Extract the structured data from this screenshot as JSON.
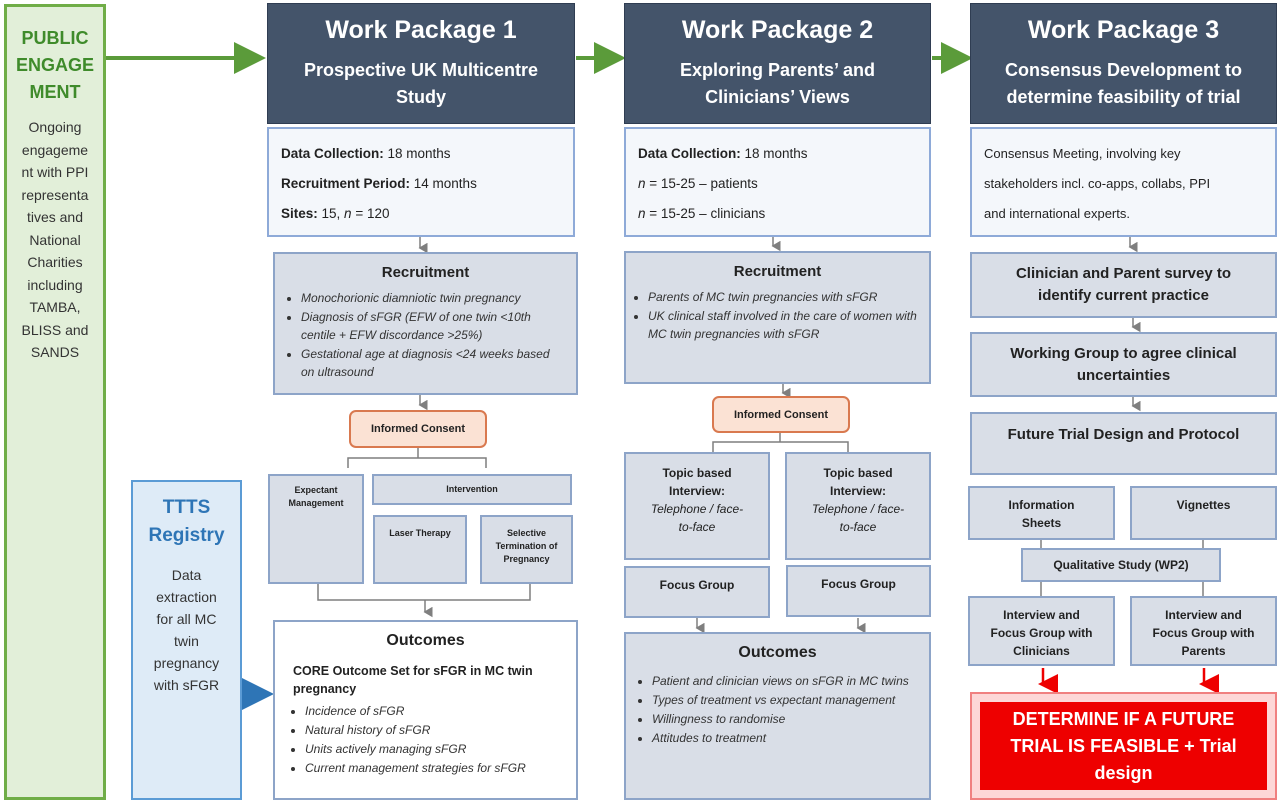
{
  "public": {
    "title_lines": [
      "PUBLIC",
      "ENGAGE",
      "MENT"
    ],
    "body_lines": [
      "Ongoing",
      "engageme",
      "nt with PPI",
      "representa",
      "tives and",
      "National",
      "Charities",
      "including",
      "TAMBA,",
      "BLISS and",
      "SANDS"
    ]
  },
  "ttts": {
    "title_lines": [
      "TTTS",
      "Registry"
    ],
    "body_lines": [
      "Data",
      "extraction",
      "for all MC",
      "twin",
      "pregnancy",
      "with sFGR"
    ]
  },
  "wp1": {
    "title": "Work Package 1",
    "subtitle_lines": [
      "Prospective UK Multicentre",
      "Study"
    ],
    "info": {
      "dc_label": "Data Collection:",
      "dc_value": " 18 months",
      "rp_label": "Recruitment Period:",
      "rp_value": " 14 months",
      "sites_label": "Sites:",
      "sites_value": " 15, ",
      "n_symbol": "n",
      "n_value": " = 120"
    },
    "recruitment": {
      "title": "Recruitment",
      "bullets": [
        "Monochorionic diamniotic twin pregnancy",
        "Diagnosis of sFGR (EFW of one twin <10th centile + EFW discordance >25%)",
        "Gestational age at diagnosis <24 weeks based on ultrasound"
      ]
    },
    "consent": "Informed Consent",
    "expectant": "Expectant Management",
    "intervention": "Intervention",
    "laser": "Laser Therapy",
    "selective": "Selective Termination of Pregnancy",
    "outcomes": {
      "title": "Outcomes",
      "core": "CORE Outcome Set for sFGR in MC twin pregnancy",
      "bullets": [
        "Incidence of sFGR",
        "Natural history of sFGR",
        "Units actively managing sFGR",
        "Current management strategies for sFGR"
      ]
    }
  },
  "wp2": {
    "title": "Work Package 2",
    "subtitle_lines": [
      "Exploring Parents’ and",
      "Clinicians’ Views"
    ],
    "info": {
      "dc_label": "Data Collection:",
      "dc_value": " 18 months",
      "n_symbol": "n",
      "line2": " = 15-25 – patients",
      "line3": " = 15-25 – clinicians"
    },
    "recruitment": {
      "title": "Recruitment",
      "bullets": [
        "Parents of MC twin pregnancies with sFGR",
        "UK clinical staff involved in the care of women with MC twin pregnancies with sFGR"
      ]
    },
    "consent": "Informed Consent",
    "interview_title": "Topic based Interview:",
    "interview_mode": "Telephone / face-to-face",
    "focus": "Focus Group",
    "outcomes": {
      "title": "Outcomes",
      "bullets": [
        "Patient and clinician views on sFGR in MC twins",
        "Types of treatment vs expectant management",
        "Willingness to randomise",
        "Attitudes to treatment"
      ]
    }
  },
  "wp3": {
    "title": "Work Package 3",
    "subtitle_lines": [
      "Consensus Development to",
      "determine feasibility of trial"
    ],
    "info_lines": [
      "Consensus Meeting, involving key",
      "stakeholders incl. co-apps, collabs, PPI",
      "and international experts."
    ],
    "survey": "Clinician and Parent survey to identify current practice",
    "working": "Working Group to agree clinical uncertainties",
    "future": "Future Trial Design and Protocol",
    "info_sheets": "Information Sheets",
    "vignettes": "Vignettes",
    "qual": "Qualitative Study (WP2)",
    "int_clin": "Interview and Focus Group with Clinicians",
    "int_par": "Interview and Focus Group with Parents",
    "determine": "DETERMINE IF A FUTURE TRIAL IS FEASIBLE + Trial design"
  },
  "colors": {
    "header": "#44546a",
    "public_green": "#70ad47",
    "ttts_blue": "#2e75b6",
    "determine_red": "#ee0000"
  }
}
